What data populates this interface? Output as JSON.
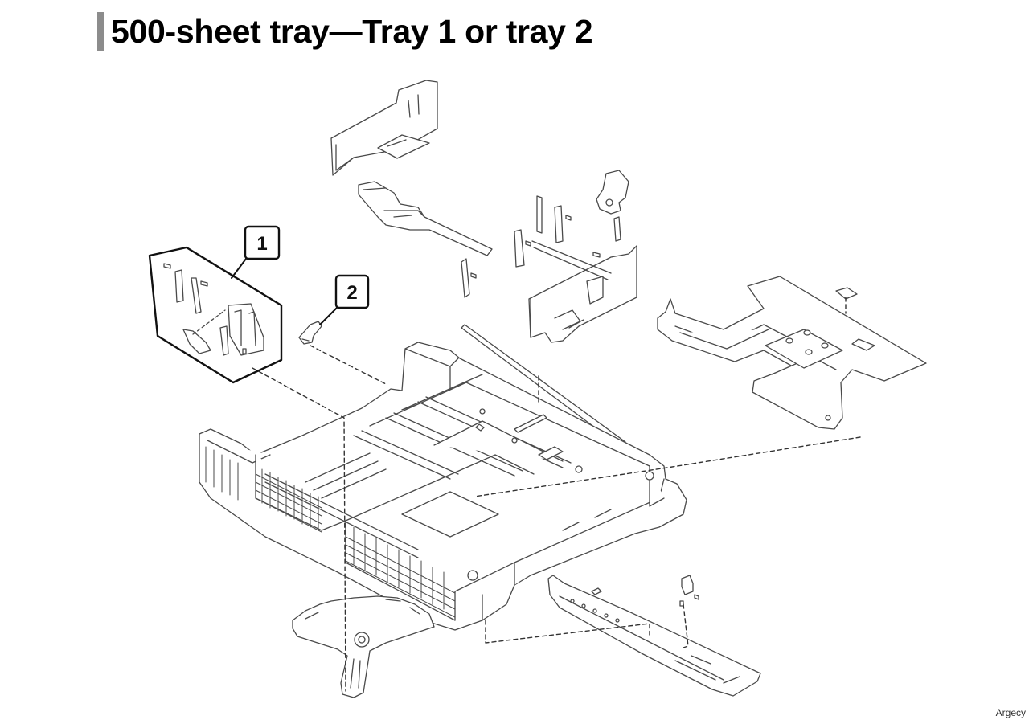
{
  "page": {
    "title": "500-sheet tray—Tray 1 or tray 2",
    "watermark": "Argecy"
  },
  "callouts": [
    {
      "number": "1"
    },
    {
      "number": "2"
    }
  ],
  "colors": {
    "line": "#4a4a4a",
    "fill": "#ffffff",
    "title_bar": "#8c8c8c"
  }
}
